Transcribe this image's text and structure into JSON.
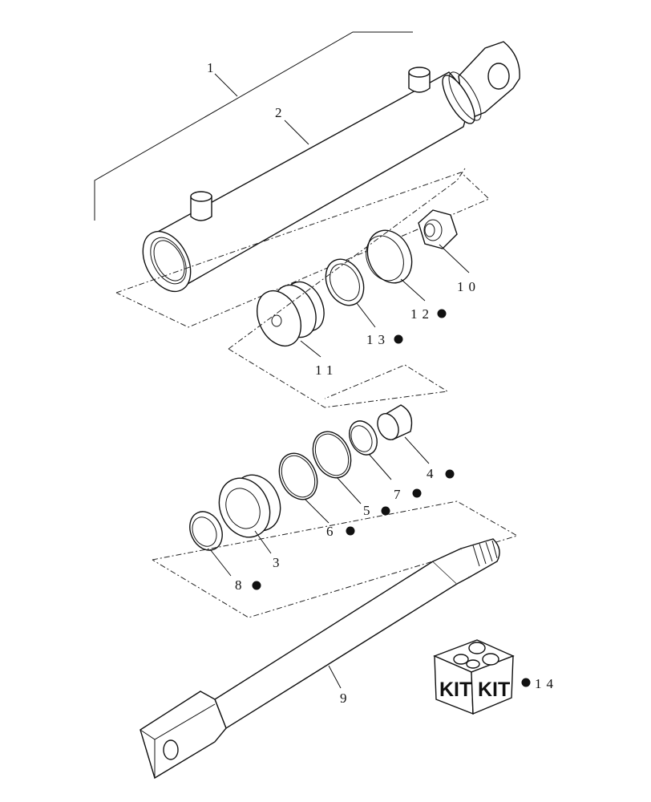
{
  "diagram": {
    "callouts": [
      {
        "id": "p1",
        "text": "1"
      },
      {
        "id": "p2",
        "text": "2"
      },
      {
        "id": "p3",
        "text": "3"
      },
      {
        "id": "p4",
        "text": "4"
      },
      {
        "id": "p5",
        "text": "5"
      },
      {
        "id": "p6",
        "text": "6"
      },
      {
        "id": "p7",
        "text": "7"
      },
      {
        "id": "p8",
        "text": "8"
      },
      {
        "id": "p9",
        "text": "9"
      },
      {
        "id": "p10",
        "text": "10"
      },
      {
        "id": "p11",
        "text": "11"
      },
      {
        "id": "p12",
        "text": "12"
      },
      {
        "id": "p13",
        "text": "13"
      },
      {
        "id": "p14",
        "text": "14"
      }
    ],
    "kit": {
      "left_text": "KIT",
      "right_text": "KIT"
    }
  }
}
